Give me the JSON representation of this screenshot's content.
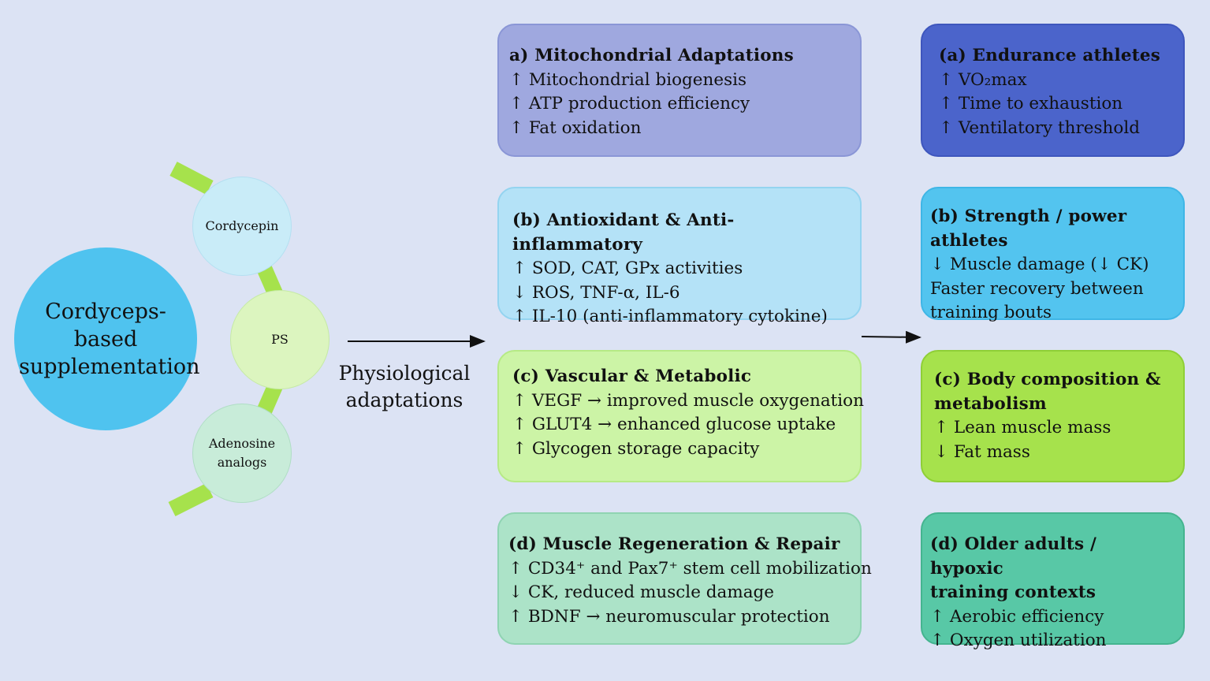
{
  "source": {
    "main": "Cordyceps-based supplementation",
    "components": [
      "Cordycepin",
      "PS",
      "Adenosine analogs"
    ]
  },
  "middle_label": "Physiological adaptations",
  "physiological": [
    {
      "title": "a) Mitochondrial  Adaptations",
      "lines": [
        "↑ Mitochondrial  biogenesis",
        "↑ ATP production efficiency",
        "↑ Fat oxidation"
      ]
    },
    {
      "title": "(b) Antioxidant  & Anti-inflammatory",
      "lines": [
        "↑ SOD, CAT, GPx activities",
        "↓ ROS, TNF-α, IL-6",
        "↑ IL-10 (anti-inflammatory  cytokine)"
      ]
    },
    {
      "title": "(c) Vascular & Metabolic",
      "lines": [
        "↑ VEGF → improved muscle oxygenation",
        "↑ GLUT4 → enhanced  glucose uptake",
        "↑ Glycogen  storage capacity"
      ]
    },
    {
      "title": "(d) Muscle Regeneration & Repair",
      "lines": [
        "↑ CD34⁺ and Pax7⁺ stem cell mobilization",
        "↓ CK, reduced muscle damage",
        "↑ BDNF → neuromuscular protection"
      ]
    }
  ],
  "populations": [
    {
      "title": "(a) Endurance  athletes",
      "lines": [
        "↑ VO₂max",
        "↑ Time to exhaustion",
        "↑ Ventilatory  threshold"
      ]
    },
    {
      "title": "(b) Strength  / power athletes",
      "lines": [
        "↓ Muscle damage  (↓ CK)",
        "Faster recovery  between",
        "training bouts"
      ]
    },
    {
      "title": "(c) Body composition  &",
      "title2": "metabolism",
      "lines": [
        "↑ Lean muscle mass",
        "↓ Fat mass"
      ]
    },
    {
      "title": "(d) Older  adults / hypoxic",
      "title2": "training  contexts",
      "lines": [
        "↑ Aerobic efficiency",
        "↑ Oxygen  utilization"
      ]
    }
  ],
  "colors": {
    "background": "#dce3f4",
    "main_circle": "#4fc3ef",
    "connector": "#a6e24c",
    "arrow": "#111111"
  }
}
